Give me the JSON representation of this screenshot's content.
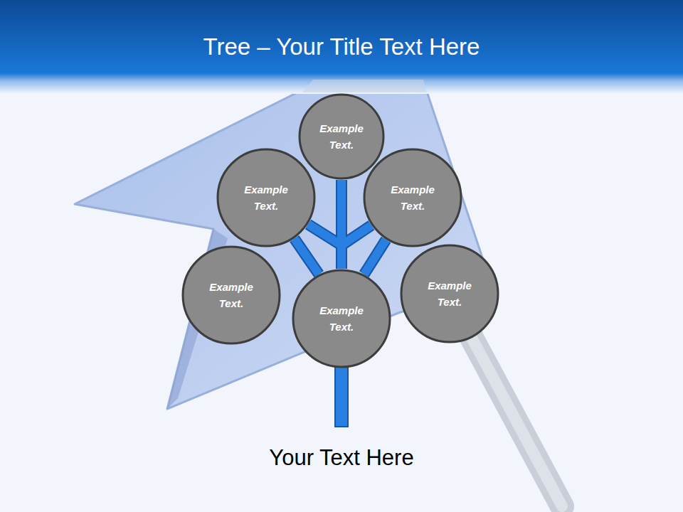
{
  "diagram": {
    "title": "Tree – Your Title Text Here",
    "caption": "Your Text Here",
    "nodes": [
      {
        "text": [
          "Example Text."
        ]
      },
      {
        "text": [
          "Example Text."
        ]
      },
      {
        "text": [
          "Example Text."
        ]
      },
      {
        "text": [
          "Example Text."
        ]
      },
      {
        "text": [
          "Example Text."
        ]
      },
      {
        "text": [
          "Example Text."
        ]
      }
    ],
    "edges": [
      {
        "from": 4,
        "to": 0,
        "arrow": "none"
      },
      {
        "from": 4,
        "to": 1,
        "arrow": "none"
      },
      {
        "from": 4,
        "to": 1,
        "arrow": "none"
      },
      {
        "from": 4,
        "to": 2,
        "arrow": "none"
      },
      {
        "from": 4,
        "to": 2,
        "arrow": "none"
      }
    ]
  }
}
